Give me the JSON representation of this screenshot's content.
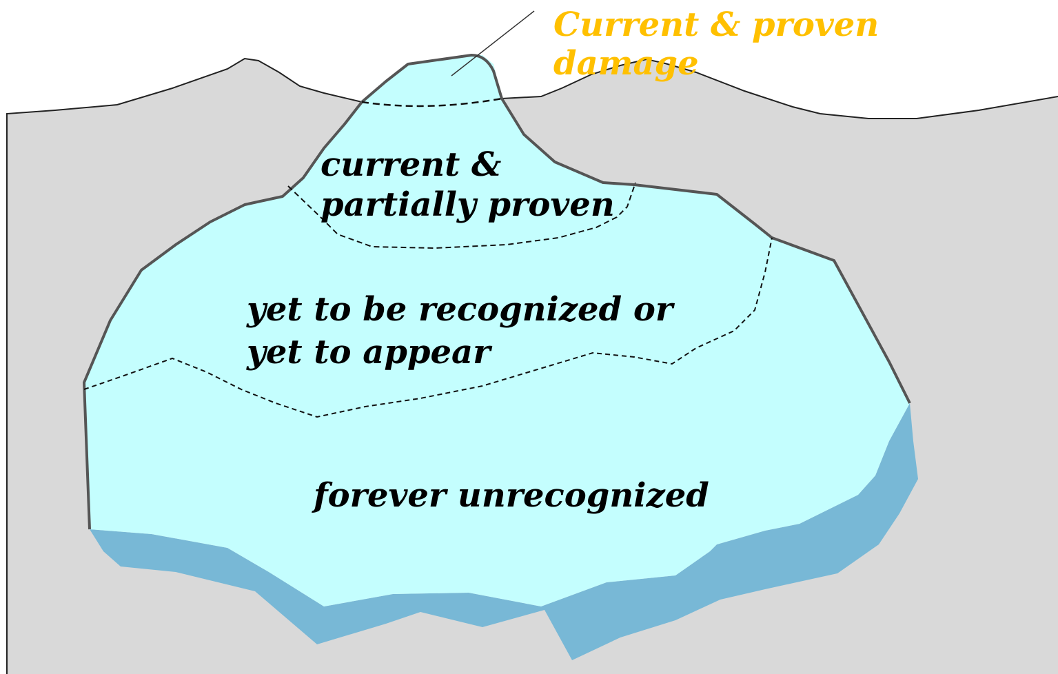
{
  "colors": {
    "water": "#d9d9d9",
    "water_outline": "#222222",
    "ice_fill": "#c4fefe",
    "ice_shadow": "#78b8d6",
    "ice_outline": "#555555",
    "dashed_line": "#111111",
    "top_label_text": "#ffc000",
    "body_label_text": "#000000"
  },
  "labels": {
    "tip": {
      "line1": "Current & proven",
      "line2": "damage"
    },
    "zone_current": {
      "line1": "current &",
      "line2": "partially proven"
    },
    "zone_yet": {
      "line1": "yet to be recognized or",
      "line2": "yet to appear"
    },
    "zone_forever": {
      "line1": "forever unrecognized"
    }
  }
}
